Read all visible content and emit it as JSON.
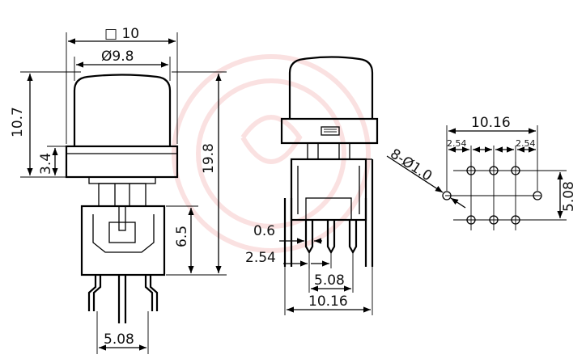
{
  "labels": {
    "square_10": "□ 10",
    "dia_9_8": "Ø9.8",
    "h_10_7": "10.7",
    "h_3_4": "3.4",
    "h_19_8": "19.8",
    "h_6_5": "6.5",
    "w_5_08_front": "5.08",
    "w_0_6": "0.6",
    "w_2_54_side": "2.54",
    "w_5_08_side": "5.08",
    "w_10_16_side": "10.16",
    "pcb_10_16": "10.16",
    "pcb_2_54_left": "2.54",
    "pcb_2_54_right": "2.54",
    "pcb_holes": "8-Ø1.0",
    "pcb_5_08": "5.08"
  },
  "colors": {
    "line": "#000000",
    "watermark": "#e02020"
  }
}
